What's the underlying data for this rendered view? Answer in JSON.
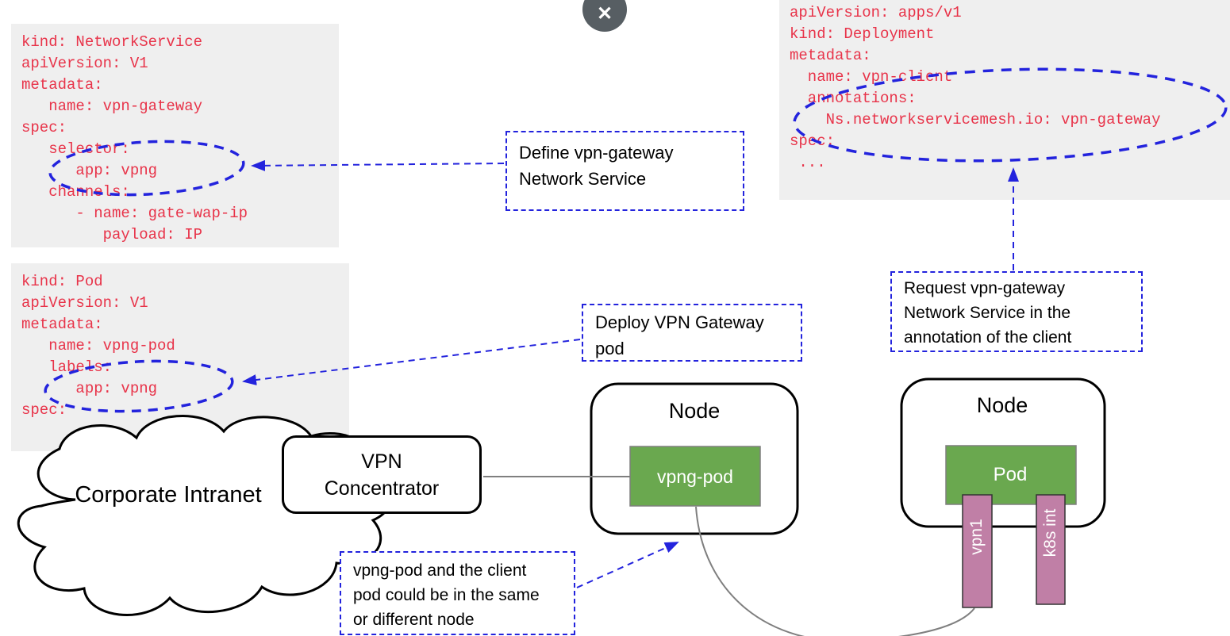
{
  "colors": {
    "yaml_text": "#e83349",
    "yaml_bg": "#efefef",
    "accent_blue": "#2323dd",
    "pod_green": "#6aa84f",
    "interface_pink": "#c07fa6",
    "line_gray": "#7f7f7f",
    "close_button_bg": "#575e63"
  },
  "close_button": {
    "icon": "✕"
  },
  "yaml_blocks": [
    {
      "name": "network-service",
      "lines": [
        "kind: NetworkService",
        "apiVersion: V1",
        "metadata:",
        "   name: vpn-gateway",
        "spec:",
        "   selector:",
        "      app: vpng",
        "   channels:",
        "      - name: gate-wap-ip",
        "         payload: IP"
      ]
    },
    {
      "name": "pod",
      "lines": [
        "kind: Pod",
        "apiVersion: V1",
        "metadata:",
        "   name: vpng-pod",
        "   labels:",
        "      app: vpng",
        "spec:",
        "      ..."
      ]
    },
    {
      "name": "deployment",
      "lines": [
        "apiVersion: apps/v1",
        "kind: Deployment",
        "metadata:",
        "  name: vpn-client",
        "  annotations:",
        "    Ns.networkservicemesh.io: vpn-gateway",
        "spec:",
        " ..."
      ]
    }
  ],
  "annotations": {
    "define": {
      "text": "Define vpn-gateway\nNetwork Service"
    },
    "deploy": {
      "text": "Deploy VPN Gateway\npod"
    },
    "request": {
      "text": "Request vpn-gateway\nNetwork Service in the\nannotation of the client"
    },
    "same_node": {
      "text": "vpng-pod and the client\npod could be in the same\nor different node"
    }
  },
  "diagram": {
    "cloud_label": "Corporate Intranet",
    "vpn_concentrator_label": "VPN\nConcentrator",
    "node_left": {
      "label": "Node",
      "pod_label": "vpng-pod"
    },
    "node_right": {
      "label": "Node",
      "pod_label": "Pod",
      "interfaces": [
        "vpn1",
        "k8s int"
      ]
    }
  }
}
